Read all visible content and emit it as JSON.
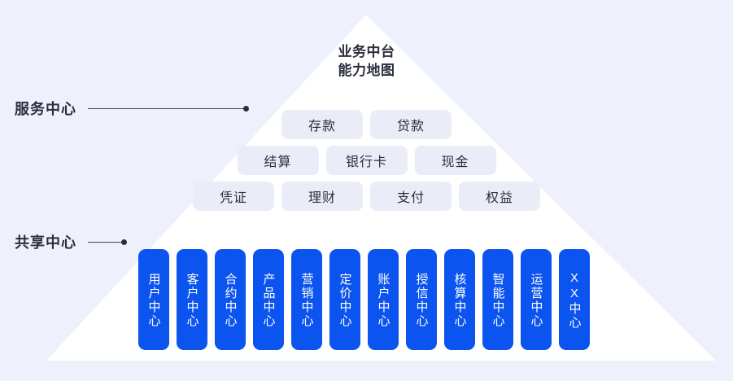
{
  "diagram": {
    "title": {
      "line1": "业务中台",
      "line2": "能力地图"
    },
    "background_color": "#eef1fb",
    "pyramid_color": "#ffffff",
    "accent_color": "#0b54f0",
    "chip_color": "#eaedf8"
  },
  "labels": {
    "service_center": "服务中心",
    "shared_center": "共享中心"
  },
  "service_rows": [
    {
      "items": [
        "存款",
        "贷款"
      ]
    },
    {
      "items": [
        "结算",
        "银行卡",
        "现金"
      ]
    },
    {
      "items": [
        "凭证",
        "理财",
        "支付",
        "权益"
      ]
    }
  ],
  "shared_centers": [
    "用户中心",
    "客户中心",
    "合约中心",
    "产品中心",
    "营销中心",
    "定价中心",
    "账户中心",
    "授信中心",
    "核算中心",
    "智能中心",
    "运营中心",
    "XX中心"
  ]
}
